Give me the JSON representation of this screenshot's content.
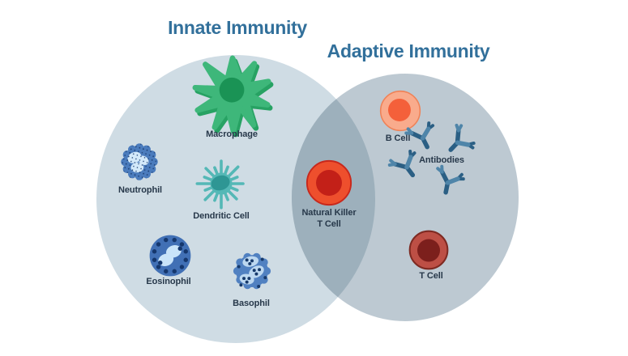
{
  "titles": {
    "innate": "Innate Immunity",
    "adaptive": "Adaptive Immunity"
  },
  "cells": {
    "macrophage": {
      "label": "Macrophage"
    },
    "neutrophil": {
      "label": "Neutrophil"
    },
    "dendritic": {
      "label": "Dendritic Cell"
    },
    "eosinophil": {
      "label": "Eosinophil"
    },
    "basophil": {
      "label": "Basophil"
    },
    "nkt": {
      "label_line1": "Natural Killer",
      "label_line2": "T Cell"
    },
    "bcell": {
      "label": "B Cell"
    },
    "antibodies": {
      "label": "Antibodies"
    },
    "tcell": {
      "label": "T Cell"
    }
  },
  "colors": {
    "title": "#32709b",
    "label": "#27384a",
    "innate_fill": "#cfdce4",
    "adaptive_fill": "#bdc9d2",
    "overlap_fill": "#9db0bc",
    "macrophage_body": "#3eb77a",
    "macrophage_body_dark": "#27a263",
    "macrophage_nucleus": "#1a9355",
    "dendritic_body": "#54b8b6",
    "dendritic_nucleus": "#2e9694",
    "neutrophil_body": "#4b7cbd",
    "neutrophil_nucleus": "#d3e9fa",
    "neutrophil_granules": "#1d3f73",
    "eosinophil_body": "#4170b5",
    "eosinophil_nucleus": "#c9e4f9",
    "eosinophil_granules": "#15376d",
    "basophil_body": "#5181c1",
    "basophil_lobes": "#bdd8f0",
    "basophil_granules": "#173a6b",
    "nkt_outer": "#ee4f2d",
    "nkt_rim": "#c8281c",
    "nkt_inner": "#c32018",
    "bcell_outer": "#f9ab8c",
    "bcell_rim": "#ef8257",
    "bcell_inner": "#f4603a",
    "tcell_outer": "#bd4f45",
    "tcell_rim": "#7e2a22",
    "tcell_inner": "#7c1f1c",
    "antibody_dark": "#2b5f84",
    "antibody_light": "#4f85a9"
  }
}
